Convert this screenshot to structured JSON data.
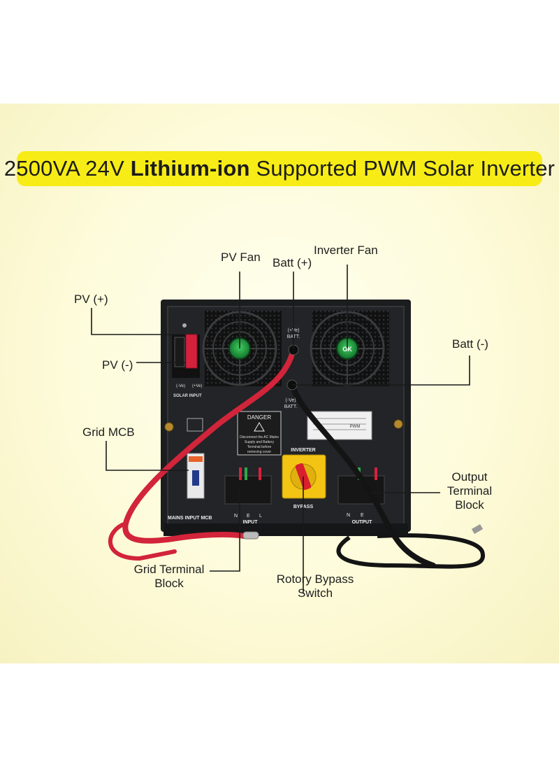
{
  "title": {
    "part1": "2500VA 24V ",
    "bold": "Lithium-ion",
    "part2": " Supported PWM Solar Inverter"
  },
  "callouts": {
    "pv_fan": "PV Fan",
    "batt_plus": "Batt (+)",
    "inverter_fan": "Inverter Fan",
    "pv_plus": "PV (+)",
    "pv_minus": "PV (-)",
    "batt_minus": "Batt (-)",
    "grid_mcb": "Grid MCB",
    "output_terminal_line1": "Output",
    "output_terminal_line2": "Terminal",
    "output_terminal_line3": "Block",
    "grid_terminal_line1": "Grid Terminal",
    "grid_terminal_line2": "Block",
    "rotory_line1": "Rotory Bypass",
    "rotory_line2": "Switch"
  },
  "device": {
    "ve_batt_plus_1": "(+Ve)",
    "ve_batt_plus_2": "BATT.",
    "ve_batt_minus_1": "(-Ve)",
    "ve_batt_minus_2": "BATT.",
    "solar_neg": "(-Ve)",
    "solar_pos": "(+Ve)",
    "solar_input": "SOLAR INPUT",
    "danger": "DANGER",
    "danger_line1": "Disconnect the AC Mains",
    "danger_line2": "Supply and Battery",
    "danger_line3": "Terminal before",
    "danger_line4": "removing cover",
    "inverter": "INVERTER",
    "bypass": "BYPASS",
    "mains_input_mcb": "MAINS INPUT MCB",
    "input_n": "N",
    "input_e": "E",
    "input_l": "L",
    "input": "INPUT",
    "output_n": "N",
    "output_e": "E",
    "output": "OUTPUT",
    "fan_ok": "OK",
    "label_pwm": "PWM"
  },
  "colors": {
    "banner": "#f7ec16",
    "cabinet": "#202224",
    "red_cable": "#d2243a",
    "black_cable": "#141414",
    "switch_yellow": "#f3c413",
    "fan_hub_green": "#1f9e3c"
  }
}
